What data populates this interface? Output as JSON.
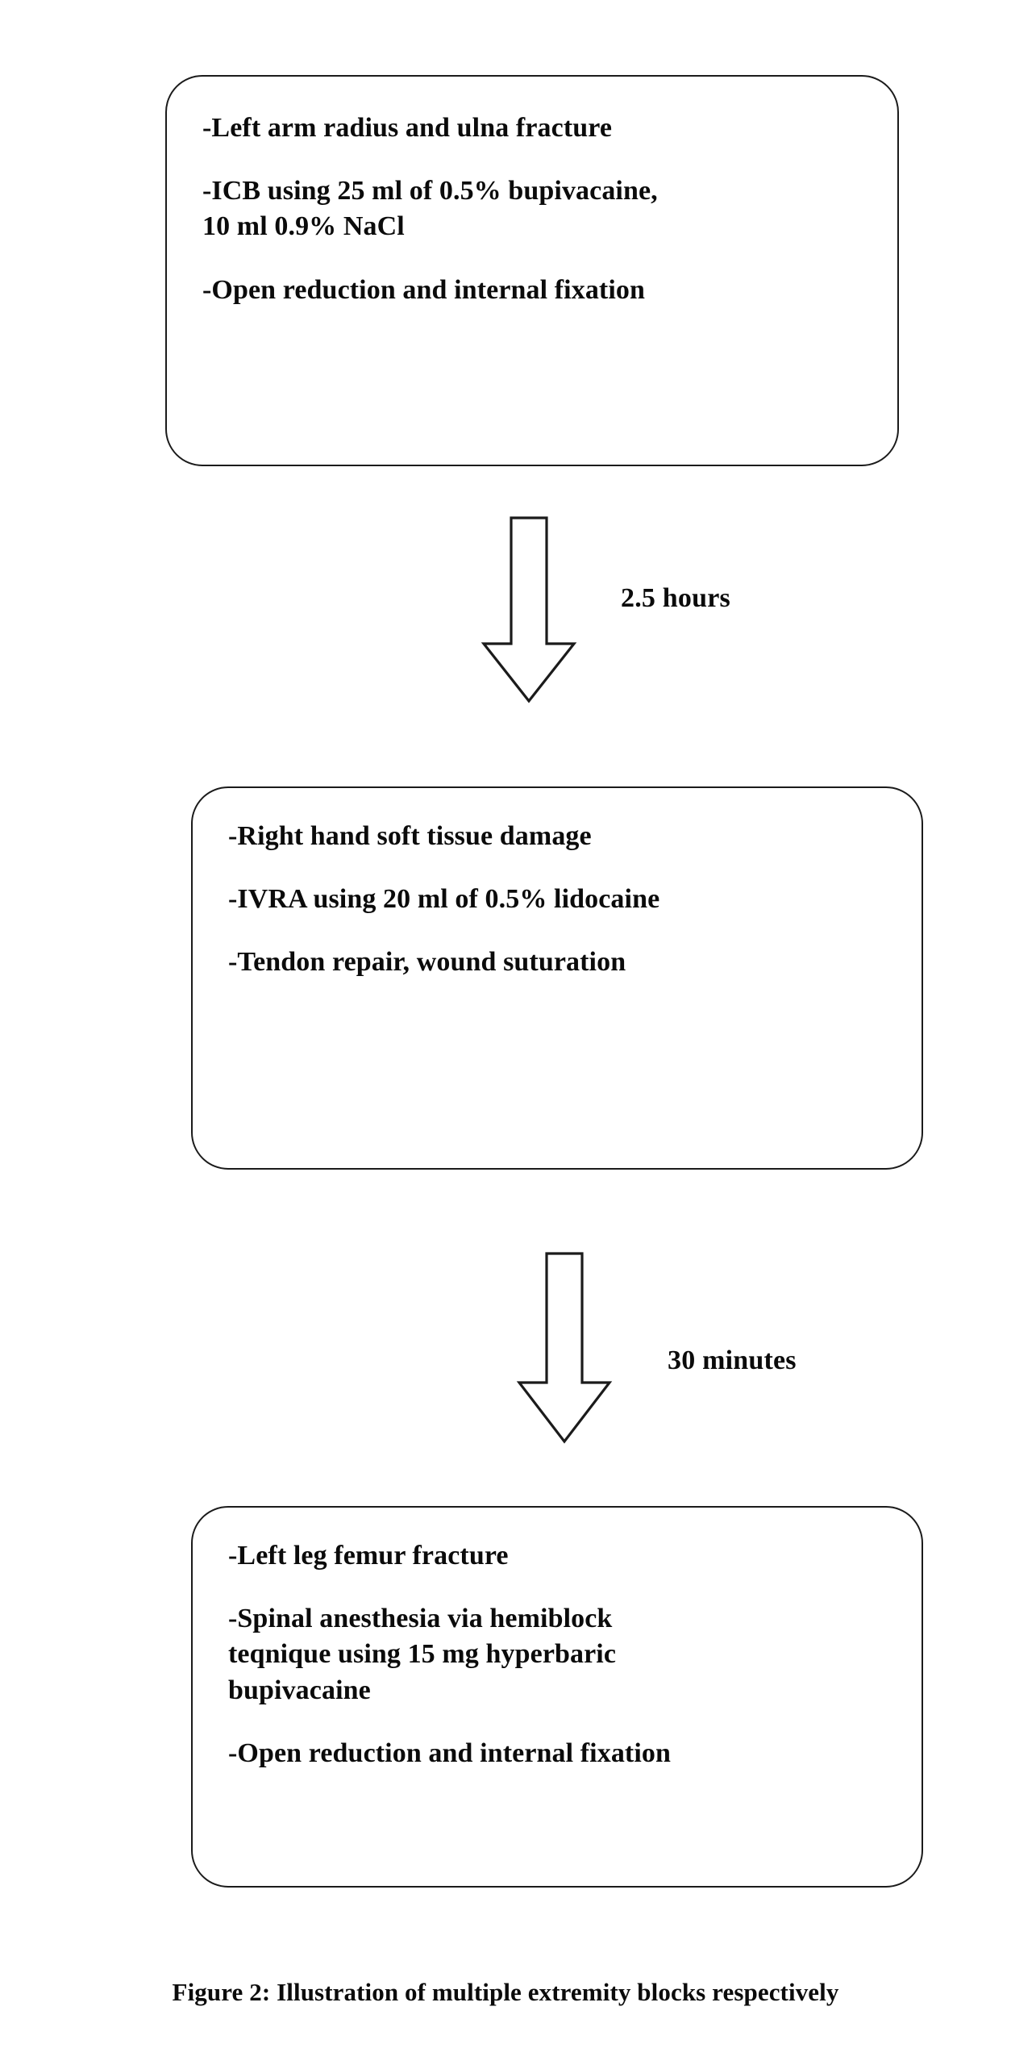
{
  "figure": {
    "caption": "Figure 2: Illustration of  multiple extremity blocks respectively",
    "background_color": "#ffffff",
    "line_color": "#1b1b1b",
    "text_color": "#0b0b0b"
  },
  "boxes": [
    {
      "id": "box-1",
      "paragraphs": [
        "-Left arm radius and ulna fracture",
        "-ICB using 25 ml of 0.5% bupivacaine,\n10 ml 0.9% NaCl",
        "-Open reduction and internal fixation"
      ]
    },
    {
      "id": "box-2",
      "paragraphs": [
        "-Right hand soft tissue damage",
        "-IVRA using 20 ml of 0.5% lidocaine",
        "-Tendon repair, wound suturation"
      ]
    },
    {
      "id": "box-3",
      "paragraphs": [
        "-Left leg femur fracture",
        "-Spinal anesthesia via hemiblock\nteqnique using 15 mg hyperbaric\nbupivacaine",
        "-Open reduction and internal fixation"
      ]
    }
  ],
  "arrows": [
    {
      "id": "arrow-1",
      "direction": "down",
      "label": "2.5 hours"
    },
    {
      "id": "arrow-2",
      "direction": "down",
      "label": "30 minutes"
    }
  ]
}
